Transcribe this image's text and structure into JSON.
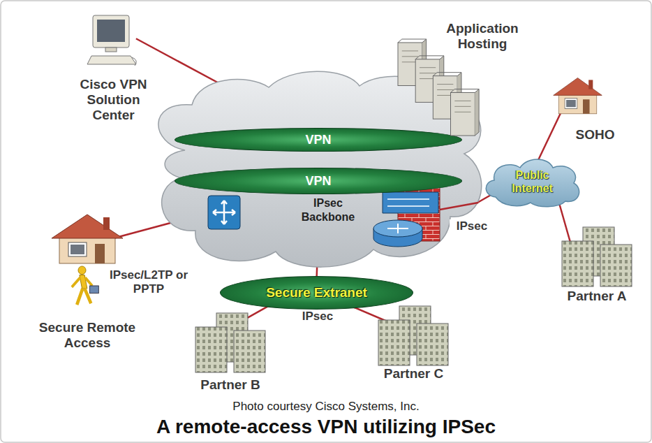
{
  "diagram": {
    "caption": "A remote-access VPN utilizing IPSec",
    "nodes": [
      {
        "text": [
          "Cisco VPN Solution Center"
        ]
      },
      {
        "text": [
          "Application Hosting"
        ]
      },
      {
        "text": [
          "IPsec Backbone"
        ]
      },
      {
        "text": [
          "VPN"
        ],
        "in": 2
      },
      {
        "text": [
          "VPN"
        ],
        "in": 2
      },
      {
        "text": [
          "SOHO"
        ]
      },
      {
        "text": [
          "Public Internet"
        ]
      },
      {
        "text": [
          "Secure Remote Access"
        ]
      },
      {
        "text": [
          "Partner A"
        ]
      },
      {
        "text": [
          "Secure Extranet"
        ]
      },
      {
        "text": [
          "Partner B"
        ]
      },
      {
        "text": [
          "Partner C"
        ]
      }
    ],
    "edges": [
      {
        "from": 0,
        "to": 2,
        "arrow": "none"
      },
      {
        "from": 1,
        "to": 2,
        "arrow": "none"
      },
      {
        "from": 2,
        "to": 6,
        "label": "IPsec",
        "arrow": "none"
      },
      {
        "from": 5,
        "to": 6,
        "arrow": "none"
      },
      {
        "from": 8,
        "to": 6,
        "arrow": "none"
      },
      {
        "from": 7,
        "to": 2,
        "label": "IPsec/L2TP or PPTP",
        "arrow": "none"
      },
      {
        "from": 2,
        "to": 9,
        "arrow": "none"
      },
      {
        "from": 9,
        "to": 10,
        "arrow": "none"
      },
      {
        "from": 9,
        "to": 11,
        "arrow": "none"
      }
    ],
    "labels": [
      "IPsec",
      "Photo courtesy Cisco Systems, Inc."
    ]
  }
}
